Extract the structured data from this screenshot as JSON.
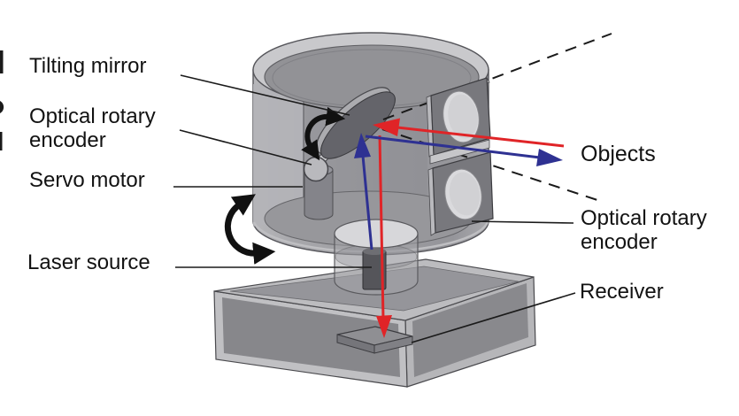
{
  "labels": {
    "tilting_mirror": "Tilting mirror",
    "optical_rotary_encoder_left": {
      "line1": "Optical rotary",
      "line2": "encoder"
    },
    "servo_motor": "Servo motor",
    "laser_source": "Laser source",
    "objects": "Objects",
    "optical_rotary_encoder_right": {
      "line1": "Optical rotary",
      "line2": "encoder"
    },
    "receiver": "Receiver"
  },
  "colors": {
    "outgoing_beam": "#2e3192",
    "return_beam": "#e02427",
    "leader_line": "#1a1a1a",
    "rotation_arrow": "#111111",
    "device_gray": "#9b9b9f",
    "background": "#ffffff"
  },
  "icons": {
    "tilt_rotation": "curved-double-headed-arrow",
    "pan_rotation": "curved-double-headed-arrow",
    "scan_range": "dashed-lines"
  }
}
